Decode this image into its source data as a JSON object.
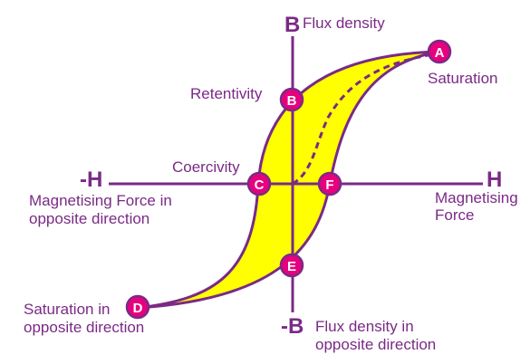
{
  "colors": {
    "axis": "#7a2a86",
    "loop_fill": "#ffff00",
    "loop_stroke": "#7a2a86",
    "point_fill": "#e6007e",
    "text": "#7a2a86"
  },
  "axes": {
    "top_symbol": "B",
    "top_label": "Flux density",
    "bottom_symbol": "-B",
    "bottom_label_line1": "Flux density in",
    "bottom_label_line2": "opposite direction",
    "left_symbol": "-H",
    "left_label_line1": "Magnetising Force in",
    "left_label_line2": "opposite direction",
    "right_symbol": "H",
    "right_label_line1": "Magnetising",
    "right_label_line2": "Force"
  },
  "points": {
    "A": {
      "letter": "A",
      "label": "Saturation"
    },
    "B": {
      "letter": "B",
      "label": "Retentivity"
    },
    "C": {
      "letter": "C",
      "label": "Coercivity"
    },
    "D": {
      "letter": "D",
      "label_line1": "Saturation in",
      "label_line2": "opposite direction"
    },
    "E": {
      "letter": "E"
    },
    "F": {
      "letter": "F"
    }
  }
}
